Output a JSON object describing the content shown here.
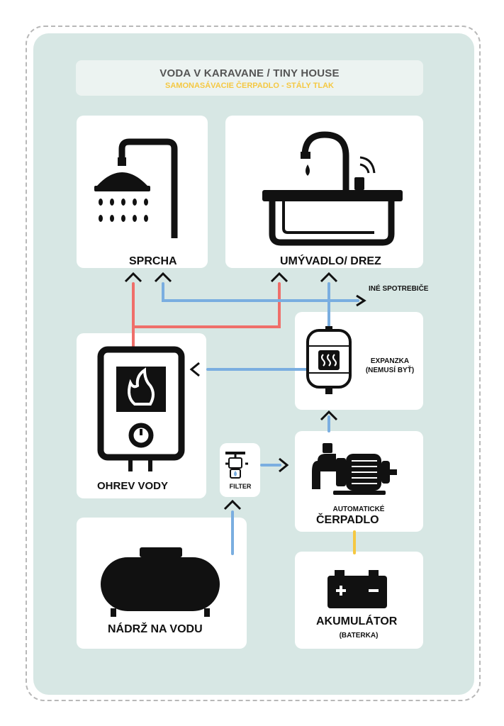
{
  "header": {
    "title": "VODA V KARAVANE / TINY HOUSE",
    "subtitle": "SAMONASÁVACIE ČERPADLO - STÁLY TLAK"
  },
  "components": {
    "shower": "SPRCHA",
    "sink": "UMÝVADLO/ DREZ",
    "other": "INÉ SPOTREBIČE",
    "expansion_tank": "EXPANZKA",
    "expansion_note": "(NEMUSÍ BYŤ)",
    "heater": "OHREV VODY",
    "filter": "FILTER",
    "pump_top": "AUTOMATICKÉ",
    "pump": "ČERPADLO",
    "tank": "NÁDRŽ NA VODU",
    "battery": "AKUMULÁTOR",
    "battery_note": "(BATERKA)"
  },
  "colors": {
    "background": "#d7e7e4",
    "cold_water": "#7aaee0",
    "hot_water": "#ef6f6a",
    "power": "#f5c842",
    "subtitle": "#f5c842"
  },
  "icons": [
    "shower-icon",
    "sink-faucet-icon",
    "water-heater-icon",
    "filter-icon",
    "pump-motor-icon",
    "water-tank-icon",
    "battery-icon",
    "expansion-tank-icon"
  ]
}
